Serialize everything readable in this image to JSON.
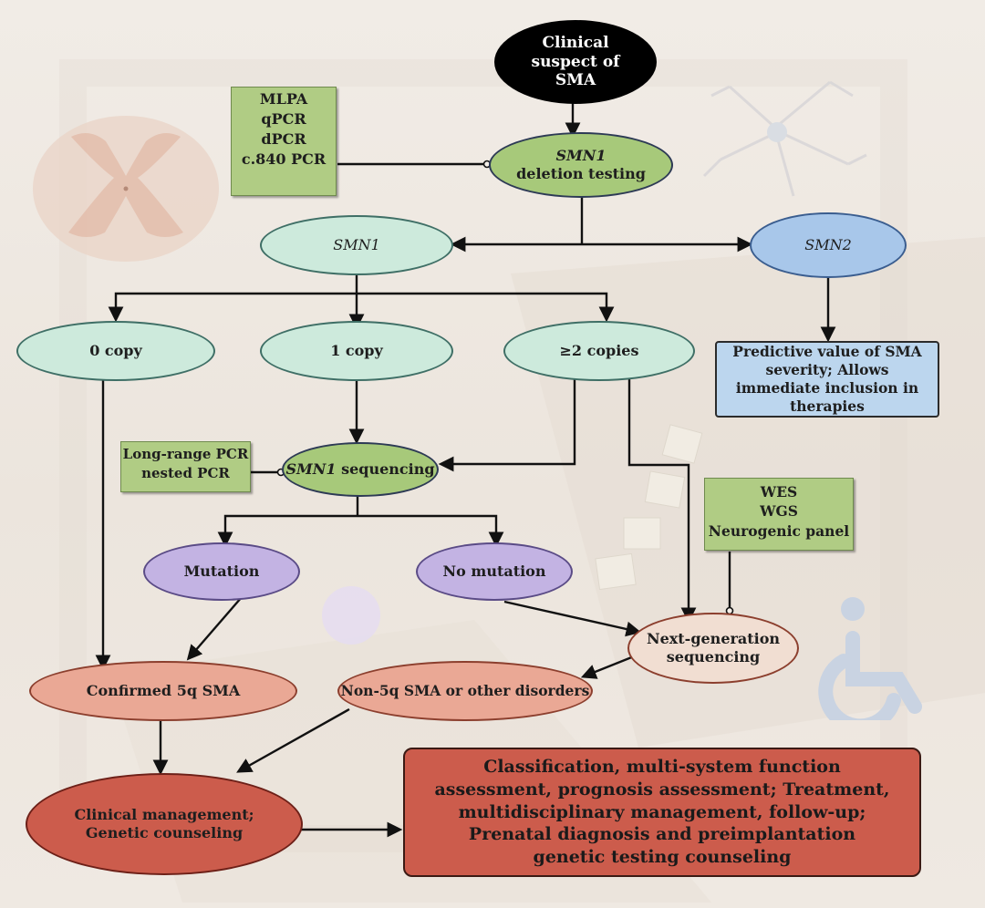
{
  "nodes": {
    "clinical_suspect": "Clinical suspect of SMA",
    "smn1_deletion_gene": "SMN1",
    "smn1_deletion_text": "deletion testing",
    "smn1": "SMN1",
    "smn2": "SMN2",
    "copy0": "0 copy",
    "copy1": "1 copy",
    "copy2": "≥2 copies",
    "smn2_result": "Predictive value of SMA severity; Allows immediate inclusion in therapies",
    "smn1_seq_gene": "SMN1",
    "smn1_seq_text": "sequencing",
    "mutation": "Mutation",
    "no_mutation": "No mutation",
    "ngs": "Next-generation sequencing",
    "confirmed": "Confirmed 5q SMA",
    "non5q": "Non-5q SMA or other disorders",
    "clinical_mgmt_line1": "Clinical management;",
    "clinical_mgmt_line2": "Genetic counseling",
    "final_box": "Classification, multi-system function assessment, prognosis assessment; Treatment, multidisciplinary management, follow-up; Prenatal diagnosis and preimplantation genetic testing counseling"
  },
  "notes": {
    "deletion_methods": [
      "MLPA",
      "qPCR",
      "dPCR",
      "c.840 PCR"
    ],
    "sequencing_methods": [
      "Long-range PCR",
      "nested PCR"
    ],
    "ngs_methods": [
      "WES",
      "WGS",
      "Neurogenic panel"
    ]
  },
  "colors": {
    "green_node": "#a7c97a",
    "teal_node": "#cdeadc",
    "blue_node": "#a8c7ea",
    "purple_node": "#c3b3e3",
    "salmon_node": "#eaa895",
    "red_node": "#cc5c4c",
    "note_fill": "#b0cc84"
  },
  "icons": {
    "background_left": "spinal-cord-cross-section-icon",
    "background_right": "neuron-icon",
    "background_bottom_right": "wheelchair-icon"
  }
}
